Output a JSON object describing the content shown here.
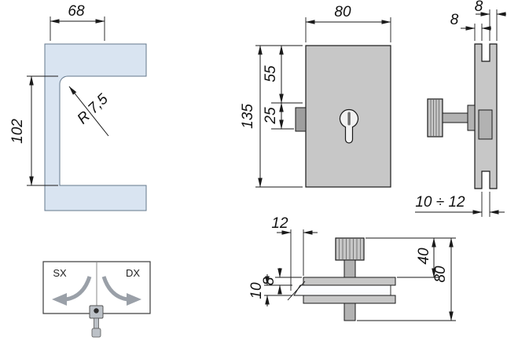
{
  "drawing": {
    "colors": {
      "glass": "#d9e4f1",
      "body": "#c7c7c7",
      "metal": "#b2b2b2",
      "dark_tab": "#9e9e9e",
      "line": "#1a1a1a",
      "swing_arrow": "#9aa0a8"
    },
    "views": {
      "glass_cutout": {
        "dim_width": "68",
        "dim_height": "102",
        "dim_radius": "R 7,5"
      },
      "front": {
        "dim_width": "80",
        "dim_height": "135",
        "dim_upper": "55",
        "dim_lower": "25"
      },
      "side": {
        "dim_left_plate": "8",
        "dim_right_plate": "8",
        "dim_glass_range": "10 ÷ 12"
      },
      "section": {
        "dim_knob_offset": "12",
        "dim_glass": "10",
        "dim_plate": "8",
        "dim_upper": "40",
        "dim_total": "80"
      },
      "handing": {
        "left": "SX",
        "right": "DX"
      }
    },
    "icons": {
      "keyhole": "euro-keyhole-icon",
      "swing_left": "curved-arrow-left-icon",
      "swing_right": "curved-arrow-right-icon",
      "key": "key-icon"
    }
  }
}
